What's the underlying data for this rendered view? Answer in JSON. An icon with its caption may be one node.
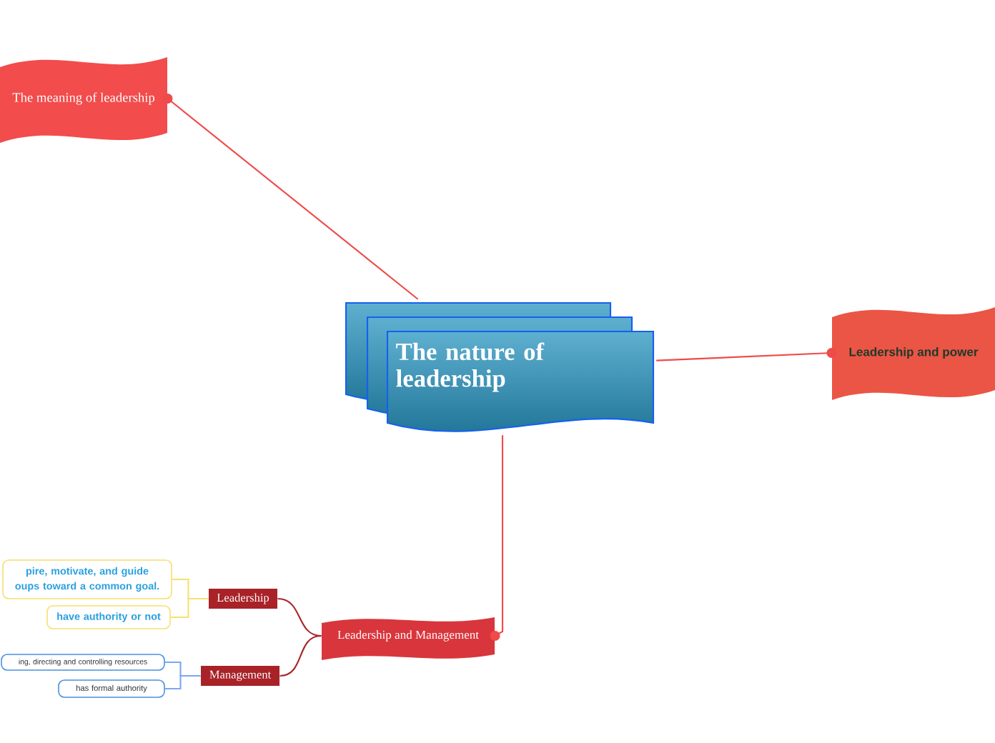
{
  "diagram": {
    "nodes": [
      {
        "text": [
          "The nature of leadership"
        ]
      },
      {
        "text": [
          "The meaning of leadership"
        ]
      },
      {
        "text": [
          "Leadership and power"
        ]
      },
      {
        "text": [
          "Leadership and Management"
        ]
      },
      {
        "text": [
          "Leadership"
        ]
      },
      {
        "text": [
          "Management"
        ]
      },
      {
        "text": [
          "pire, motivate, and guide oups toward a common goal."
        ]
      },
      {
        "text": [
          "have authority or not"
        ]
      },
      {
        "text": [
          "ing, directing and controlling resources"
        ]
      },
      {
        "text": [
          "has formal authority"
        ]
      }
    ],
    "edges": [
      {
        "from": 0,
        "to": 1,
        "arrow": "other",
        "color": "#f04a4a"
      },
      {
        "from": 0,
        "to": 2,
        "arrow": "other",
        "color": "#f04a4a"
      },
      {
        "from": 0,
        "to": 3,
        "arrow": "other",
        "color": "#f04a4a"
      },
      {
        "from": 3,
        "to": 4,
        "arrow": "none",
        "color": "#a8262a"
      },
      {
        "from": 3,
        "to": 5,
        "arrow": "none",
        "color": "#a8262a"
      },
      {
        "from": 4,
        "to": 6,
        "arrow": "none",
        "color": "#f7e070"
      },
      {
        "from": 4,
        "to": 7,
        "arrow": "none",
        "color": "#f7e070"
      },
      {
        "from": 5,
        "to": 8,
        "arrow": "none",
        "color": "#7aa8f0"
      },
      {
        "from": 5,
        "to": 9,
        "arrow": "none",
        "color": "#7aa8f0"
      }
    ]
  }
}
